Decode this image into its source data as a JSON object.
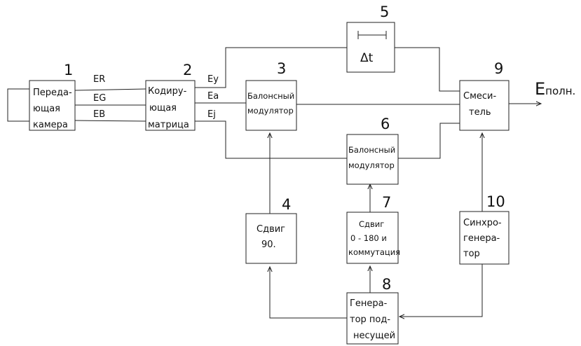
{
  "blocks": {
    "camera": {
      "number": "1",
      "lines": [
        "Переда-",
        "ющая",
        "камера"
      ]
    },
    "matrix": {
      "number": "2",
      "lines": [
        "Кодиру-",
        "ющая",
        "матрица"
      ]
    },
    "modulator1": {
      "number": "3",
      "lines": [
        "Балонсный",
        "модулятор"
      ]
    },
    "shift90": {
      "number": "4",
      "lines": [
        "Сдвиг",
        "90."
      ]
    },
    "delay": {
      "number": "5",
      "symbol": "Δt"
    },
    "modulator2": {
      "number": "6",
      "lines": [
        "Балонсный",
        "модулятор"
      ]
    },
    "shift180": {
      "number": "7",
      "lines": [
        "Сдвиг",
        "0 - 180 и",
        "коммутация"
      ]
    },
    "subcarrier": {
      "number": "8",
      "lines": [
        "Генера-",
        "тор под-",
        "несущей"
      ]
    },
    "mixer": {
      "number": "9",
      "lines": [
        "Смеси-",
        "тель"
      ]
    },
    "syncgen": {
      "number": "10",
      "lines": [
        "Синхро-",
        "генера-",
        "тор"
      ]
    }
  },
  "signals": {
    "er": "ER",
    "eg": "EG",
    "eb": "EB",
    "ey": "Ey",
    "ea": "Ea",
    "ej": "Ej",
    "output_main": "E",
    "output_sub": "полн."
  }
}
